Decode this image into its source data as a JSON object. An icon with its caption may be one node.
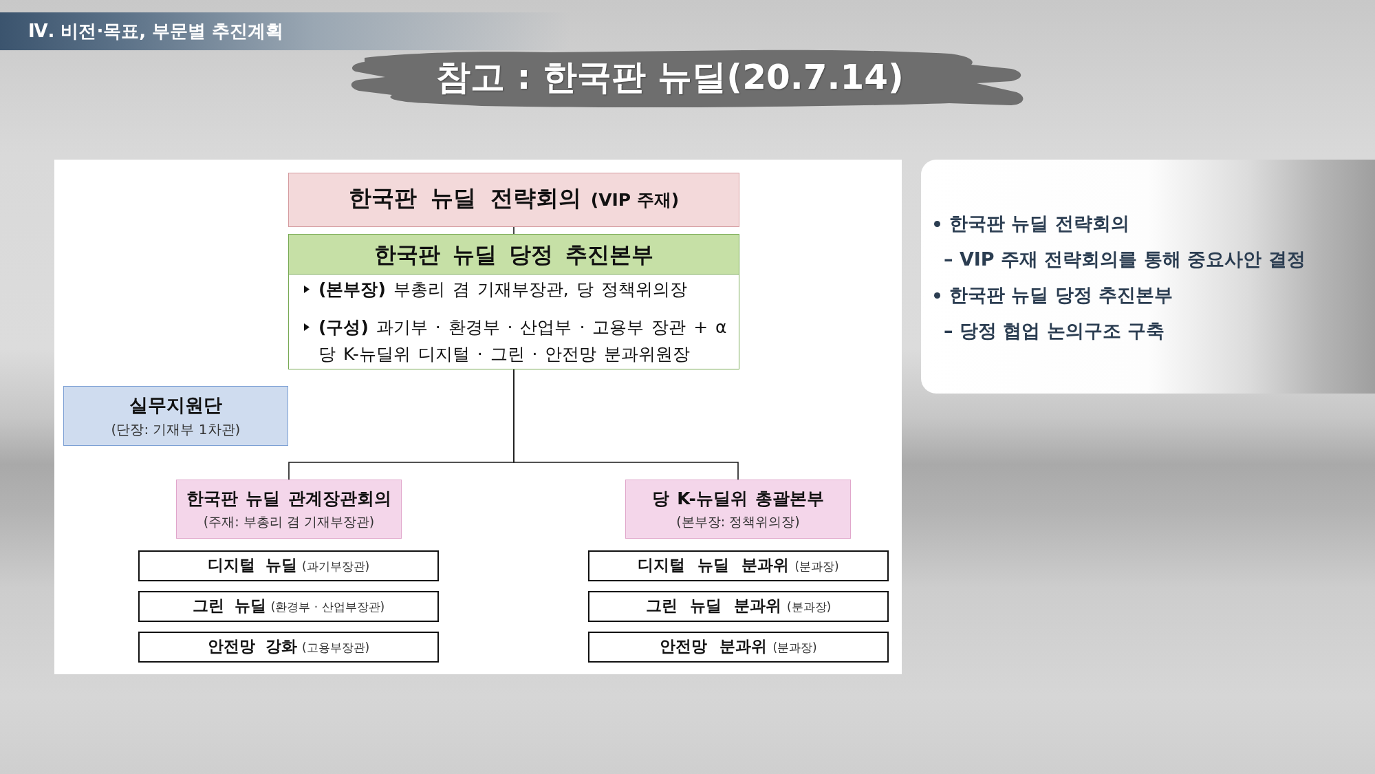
{
  "diagram": {
    "title": "참고 : 한국판 뉴딜(20.7.14)",
    "nodes": [
      {
        "text": [
          "한국판 뉴딜 전략회의",
          "(VIP 주재)"
        ]
      },
      {
        "text": [
          "한국판 뉴딜 당정 추진본부",
          "**(본부장)** 부총리 겸 기재부장관, 당 정책위의장",
          "**(구성)** 과기부 · 환경부 · 산업부 · 고용부 장관 + α 당 K-뉴딜위 디지털 · 그린 · 안전망 분과위원장"
        ]
      },
      {
        "text": [
          "실무지원단",
          "(단장: 기재부 1차관)"
        ]
      },
      {
        "text": [
          "한국판 뉴딜 관계장관회의",
          "(주재: 부총리 겸 기재부장관)"
        ]
      },
      {
        "text": [
          "디지털 뉴딜",
          "(과기부장관)"
        ]
      },
      {
        "text": [
          "그린 뉴딜",
          "(환경부 · 산업부장관)"
        ]
      },
      {
        "text": [
          "안전망 강화",
          "(고용부장관)"
        ]
      },
      {
        "text": [
          "당 K-뉴딜위 총괄본부",
          "(본부장: 정책위의장)"
        ]
      },
      {
        "text": [
          "디지털 뉴딜 분과위",
          "(분과장)"
        ]
      },
      {
        "text": [
          "그린 뉴딜 분과위",
          "(분과장)"
        ]
      },
      {
        "text": [
          "안전망 분과위",
          "(분과장)"
        ]
      },
      {
        "text": [
          "한국판 뉴딜 전략회의",
          "– VIP 주재 전략회의를 통해 중요사안 결정",
          "한국판 뉴딜 당정 추진본부",
          "– 당정 협업 논의구조 구축"
        ]
      }
    ],
    "edges": [
      {
        "from": 0,
        "to": 1,
        "arrow": "none"
      },
      {
        "from": 1,
        "to": 3,
        "arrow": "none"
      },
      {
        "from": 1,
        "to": 7,
        "arrow": "none"
      }
    ],
    "labels": [
      "Ⅳ. 비전·목표, 부문별 추진계획"
    ]
  }
}
